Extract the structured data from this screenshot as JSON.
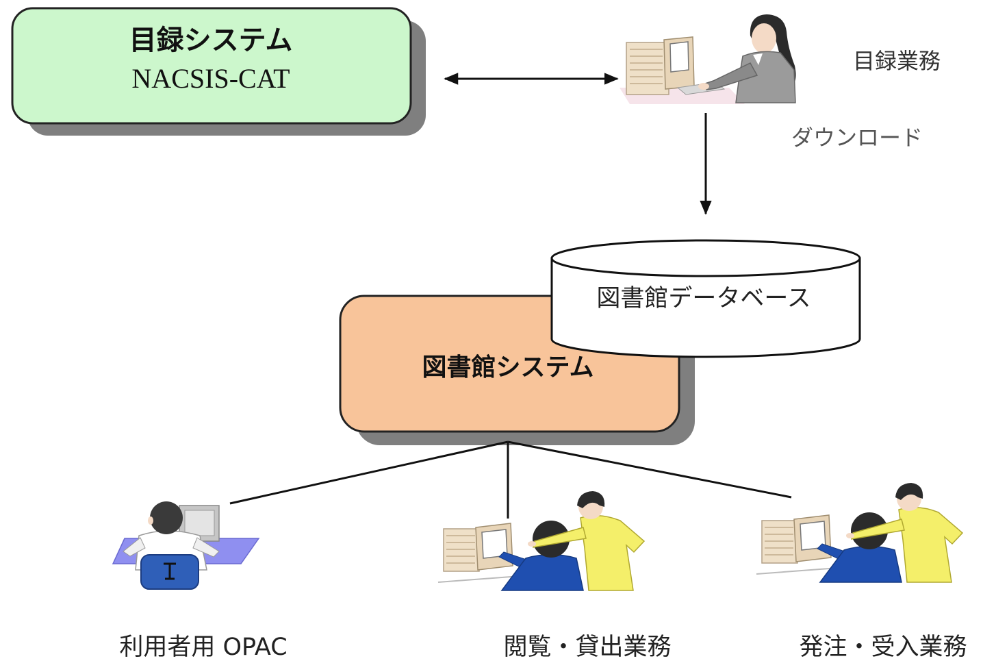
{
  "diagram": {
    "nodes": {
      "catalog_system": {
        "line1": "目録システム",
        "line2": "NACSIS-CAT"
      },
      "library_system": {
        "label": "図書館システム"
      },
      "library_database": {
        "label": "図書館データベース"
      }
    },
    "labels": {
      "cataloging_work": "目録業務",
      "download": "ダウンロード",
      "user_opac": "利用者用 OPAC",
      "circulation_work": "閲覧・貸出業務",
      "acquisition_work": "発注・受入業務"
    },
    "figures": {
      "cataloger": "woman-at-computer-icon",
      "opac_user": "user-at-terminal-icon",
      "circulation_staff": "staff-pair-at-computer-icon",
      "acquisition_staff": "staff-pair-at-computer-icon"
    },
    "colors": {
      "catalog_box": "#ccf7cc",
      "library_box": "#f8c49a",
      "database": "#ffffff",
      "shadow": "#7f7f7f",
      "connector": "#111111"
    }
  }
}
